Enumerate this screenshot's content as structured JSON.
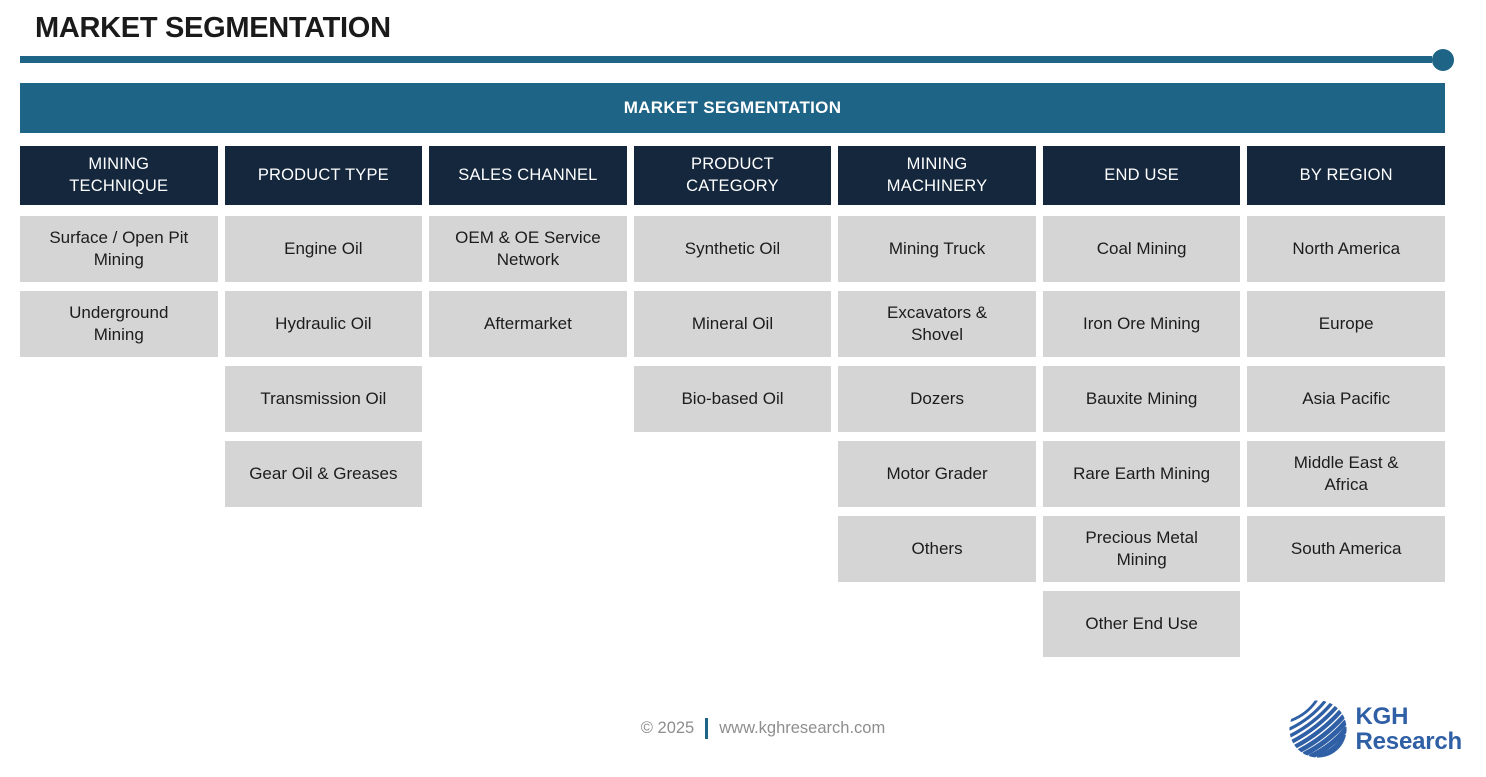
{
  "page": {
    "title": "MARKET SEGMENTATION",
    "banner_title": "MARKET SEGMENTATION"
  },
  "colors": {
    "accent_teal": "#1d6486",
    "header_navy": "#14273d",
    "cell_gray": "#d5d5d5",
    "logo_blue": "#2f5fa5"
  },
  "columns": [
    {
      "header": "MINING\nTECHNIQUE",
      "items": [
        "Surface / Open Pit\nMining",
        "Underground\nMining"
      ]
    },
    {
      "header": "PRODUCT TYPE",
      "items": [
        "Engine Oil",
        "Hydraulic Oil",
        "Transmission Oil",
        "Gear Oil & Greases"
      ]
    },
    {
      "header": "SALES CHANNEL",
      "items": [
        "OEM & OE Service\nNetwork",
        "Aftermarket"
      ]
    },
    {
      "header": "PRODUCT\nCATEGORY",
      "items": [
        "Synthetic Oil",
        "Mineral Oil",
        "Bio-based Oil"
      ]
    },
    {
      "header": "MINING\nMACHINERY",
      "items": [
        "Mining Truck",
        "Excavators &\nShovel",
        "Dozers",
        "Motor Grader",
        "Others"
      ]
    },
    {
      "header": "END USE",
      "items": [
        "Coal Mining",
        "Iron Ore Mining",
        "Bauxite Mining",
        "Rare Earth Mining",
        "Precious Metal\nMining",
        "Other End Use"
      ]
    },
    {
      "header": "BY REGION",
      "items": [
        "North America",
        "Europe",
        "Asia Pacific",
        "Middle East &\nAfrica",
        "South America"
      ]
    }
  ],
  "footer": {
    "copyright": "© 2025",
    "website": "www.kghresearch.com"
  },
  "logo": {
    "icon": "globe-icon",
    "line1": "KGH",
    "line2": "Research"
  }
}
